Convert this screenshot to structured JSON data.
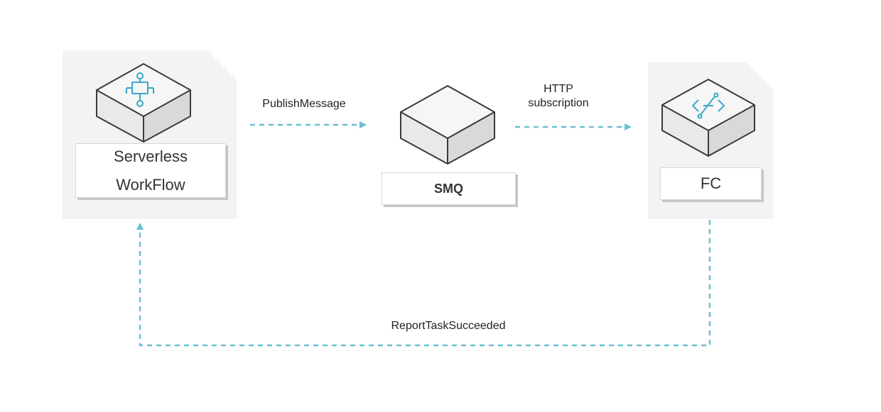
{
  "colors": {
    "arrow": "#6bbfd3",
    "panel": "#f3f3f3",
    "cube_top": "#f6f6f6",
    "cube_left": "#e9e9e9",
    "cube_right": "#d9d9d9",
    "cube_edge": "#3a3a3a",
    "icon": "#3aa7c9"
  },
  "nodes": {
    "workflow": {
      "label_line1": "Serverless",
      "label_line2": "WorkFlow",
      "icon": "workflow-icon"
    },
    "smq": {
      "label": "SMQ"
    },
    "fc": {
      "label": "FC",
      "icon": "function-compute-icon"
    }
  },
  "edges": {
    "publish": {
      "label": "PublishMessage"
    },
    "http": {
      "label_line1": "HTTP",
      "label_line2": "subscription"
    },
    "report": {
      "label": "ReportTaskSucceeded"
    }
  }
}
